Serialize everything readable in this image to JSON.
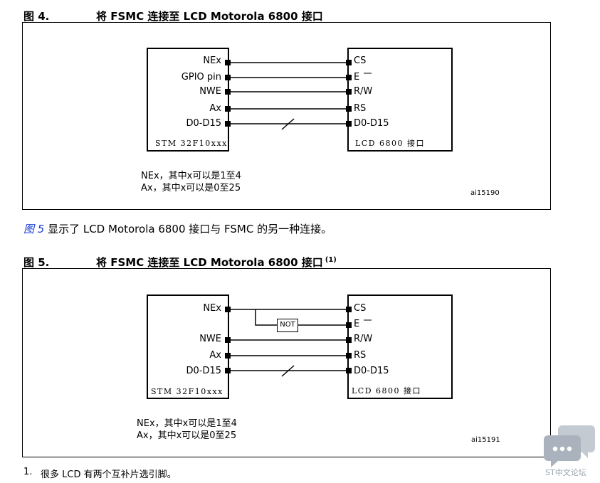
{
  "figure4": {
    "number": "图 4.",
    "title": "将 FSMC 连接至 LCD Motorola 6800 接口",
    "left_chip": {
      "label": "STM 32F10xxx",
      "pins": [
        "NEx",
        "GPIO pin",
        "NWE",
        "Ax",
        "D0-D15"
      ]
    },
    "right_chip": {
      "label": "LCD 6800 接口",
      "pins": [
        "CS",
        "E",
        "R/W",
        "RS",
        "D0-D15"
      ]
    },
    "note_lines": [
      "NEx，其中x可以是1至4",
      "Ax，其中x可以是0至25"
    ],
    "code": "ai15190"
  },
  "paragraph": {
    "link": "图 5",
    "text": " 显示了 LCD Motorola 6800 接口与 FSMC 的另一种连接。"
  },
  "figure5": {
    "number": "图 5.",
    "title": "将 FSMC 连接至 LCD Motorola 6800 接口",
    "footnote_ref": "(1)",
    "left_chip": {
      "label": "STM 32F10xxx",
      "pins": [
        "NEx",
        "NWE",
        "Ax",
        "D0-D15"
      ]
    },
    "right_chip": {
      "label": "LCD 6800 接口",
      "pins": [
        "CS",
        "E",
        "R/W",
        "RS",
        "D0-D15"
      ]
    },
    "gate_label": "NOT",
    "note_lines": [
      "NEx，其中x可以是1至4",
      "Ax，其中x可以是0至25"
    ],
    "code": "ai15191"
  },
  "footnote": {
    "number": "1.",
    "text": "很多 LCD 有两个互补片选引脚。"
  },
  "watermark": {
    "text": "ST中文论坛",
    "color": "#9aa3ad"
  }
}
